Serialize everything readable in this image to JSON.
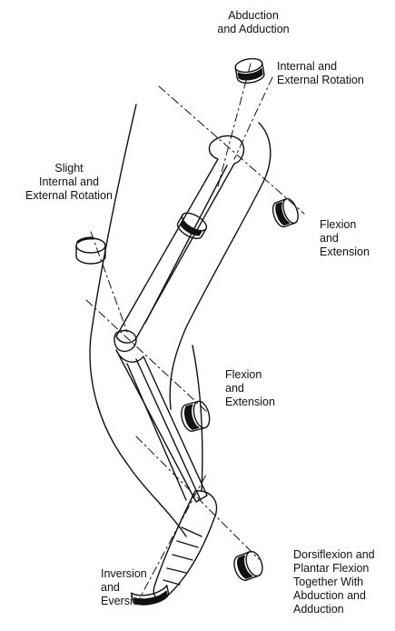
{
  "labels": {
    "hip_abduction": "Abduction\nand Adduction",
    "hip_rotation": "Internal and\nExternal Rotation",
    "hip_flexion": "Flexion\nand\nExtension",
    "knee_rotation": "Slight\nInternal and\nExternal Rotation",
    "knee_flexion": "Flexion\nand\nExtension",
    "ankle_dorsiflexion": "Dorsiflexion and\nPlantar Flexion\nTogether With\nAbduction and\nAdduction",
    "foot_inversion": "Inversion\nand\nEversion"
  },
  "colors": {
    "ink": "#111111",
    "background": "#ffffff"
  }
}
